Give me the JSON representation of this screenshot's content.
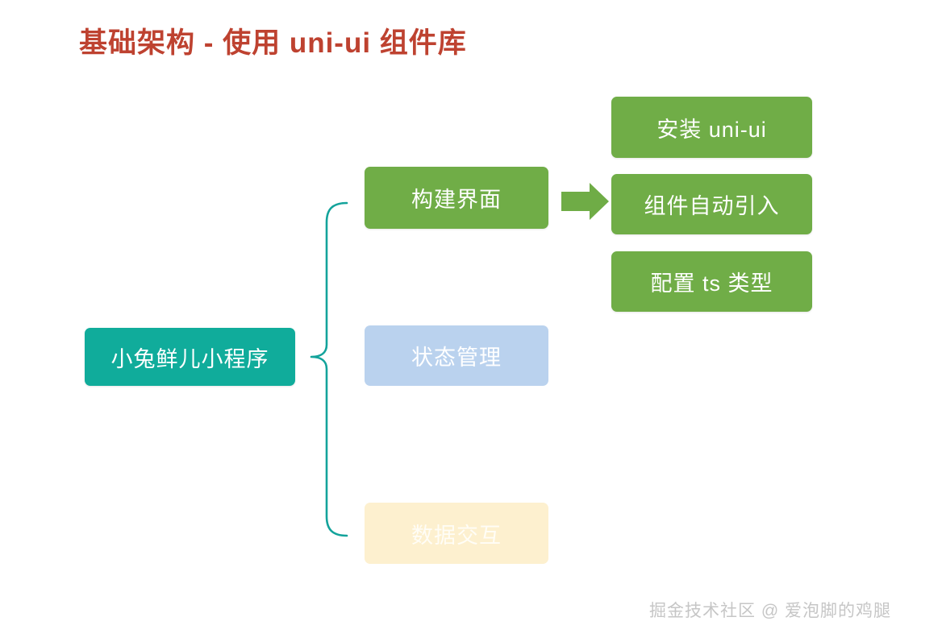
{
  "slide": {
    "title": "基础架构 - 使用 uni-ui 组件库",
    "title_color": "#BE4230",
    "background": "#FFFFFF"
  },
  "diagram": {
    "type": "mindmap",
    "root": {
      "label": "小兔鲜儿小程序",
      "color": "#10AC9B",
      "text_color": "#FFFFFF"
    },
    "branches": [
      {
        "label": "构建界面",
        "color": "#70AD47",
        "text_color": "#FFFFFF",
        "state": "active",
        "children": [
          {
            "label": "安装 uni-ui",
            "color": "#70AD47",
            "text_color": "#FFFFFF"
          },
          {
            "label": "组件自动引入",
            "color": "#70AD47",
            "text_color": "#FFFFFF"
          },
          {
            "label": "配置 ts 类型",
            "color": "#70AD47",
            "text_color": "#FFFFFF"
          }
        ]
      },
      {
        "label": "状态管理",
        "color": "#BAD2EE",
        "text_color": "#FFFFFF",
        "state": "dimmed",
        "children": []
      },
      {
        "label": "数据交互",
        "color": "#FDF0CF",
        "text_color": "#FFFDF6",
        "state": "dimmed",
        "children": []
      }
    ],
    "connectors": {
      "brace_color": "#13A39B",
      "arrow_color": "#6FAC46",
      "arrow_label": "expands-to"
    }
  },
  "watermark": {
    "text": "掘金技术社区 @ 爱泡脚的鸡腿",
    "color": "#C6C6C6"
  }
}
